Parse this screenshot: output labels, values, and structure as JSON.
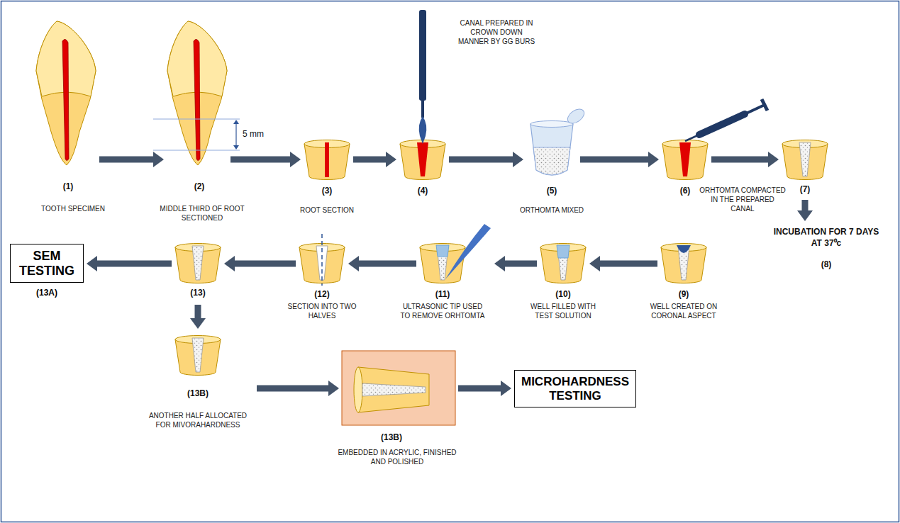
{
  "diagram": {
    "nodes": [
      {
        "text": [
          "(1)",
          "TOOTH SPECIMEN"
        ]
      },
      {
        "text": [
          "(2)",
          "MIDDLE THIRD OF ROOT SECTIONED"
        ]
      },
      {
        "text": [
          "(3)",
          "ROOT SECTION"
        ]
      },
      {
        "text": [
          "CANAL PREPARED IN CROWN DOWN MANNER BY GG BURS",
          "(4)"
        ]
      },
      {
        "text": [
          "(5)",
          "ORTHOMTA MIXED"
        ]
      },
      {
        "text": [
          "(6)",
          "ORHTOMTA COMPACTED IN THE PREPARED CANAL"
        ]
      },
      {
        "text": [
          "(7)"
        ]
      },
      {
        "text": [
          "INCUBATION FOR 7 DAYS AT 37⁰c",
          "(8)"
        ]
      },
      {
        "text": [
          "(9)",
          "WELL CREATED ON CORONAL ASPECT"
        ]
      },
      {
        "text": [
          "(10)",
          "WELL FILLED WITH TEST SOLUTION"
        ]
      },
      {
        "text": [
          "(11)",
          "ULTRASONIC TIP USED TO REMOVE ORHTOMTA"
        ]
      },
      {
        "text": [
          "(12)",
          "SECTION INTO TWO HALVES"
        ]
      },
      {
        "text": [
          "(13)"
        ]
      },
      {
        "text": [
          "SEM TESTING",
          "(13A)"
        ]
      },
      {
        "text": [
          "(13B)",
          "ANOTHER HALF ALLOCATED FOR MIVORAHARDNESS"
        ]
      },
      {
        "text": [
          "(13B)",
          "EMBEDDED IN ACRYLIC, FINISHED AND POLISHED"
        ]
      },
      {
        "text": [
          "MICROHARDNESS TESTING"
        ]
      }
    ],
    "edges": [
      {
        "from": 0,
        "to": 1,
        "arrow": "to"
      },
      {
        "from": 1,
        "to": 2,
        "arrow": "to"
      },
      {
        "from": 2,
        "to": 3,
        "arrow": "to"
      },
      {
        "from": 3,
        "to": 4,
        "arrow": "to"
      },
      {
        "from": 4,
        "to": 5,
        "arrow": "to"
      },
      {
        "from": 5,
        "to": 6,
        "arrow": "to"
      },
      {
        "from": 6,
        "to": 7,
        "arrow": "to"
      },
      {
        "from": 8,
        "to": 9,
        "arrow": "to"
      },
      {
        "from": 9,
        "to": 10,
        "arrow": "to"
      },
      {
        "from": 10,
        "to": 11,
        "arrow": "to"
      },
      {
        "from": 11,
        "to": 12,
        "arrow": "to"
      },
      {
        "from": 12,
        "to": 13,
        "arrow": "to"
      },
      {
        "from": 12,
        "to": 14,
        "arrow": "to"
      },
      {
        "from": 14,
        "to": 15,
        "arrow": "to"
      },
      {
        "from": 15,
        "to": 16,
        "arrow": "to"
      }
    ],
    "labels": [
      "5 mm"
    ]
  }
}
